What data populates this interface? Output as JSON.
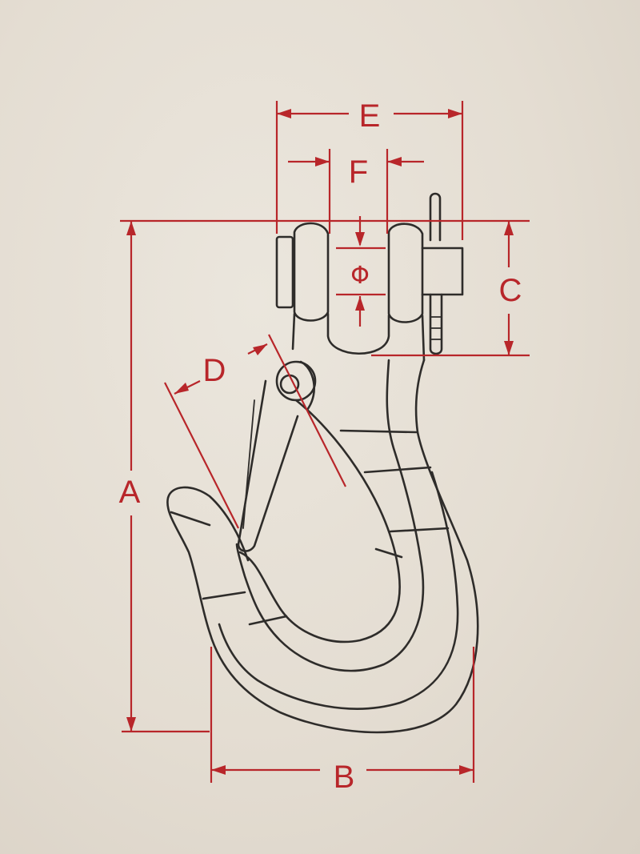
{
  "diagram": {
    "labels": {
      "A": "A",
      "B": "B",
      "C": "C",
      "D": "D",
      "E": "E",
      "F": "F",
      "phi": "Φ"
    },
    "colors": {
      "dimension": "#b8262a",
      "outline": "#2e2c2a",
      "paper": "#e6e0d6"
    }
  }
}
